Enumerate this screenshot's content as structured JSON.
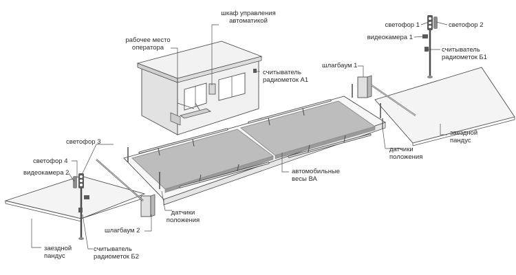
{
  "colors": {
    "line": "#4a4a4a",
    "ramp": "#f4f4f4",
    "platform": "#bdbdbd",
    "platform_edge": "#8f8f8f",
    "cabin": "#ececec",
    "dark": "#5a5a5a"
  },
  "labels": {
    "control_cabinet": "шкаф управления\nавтоматикой",
    "operator_workplace": "рабочее место\nоператора",
    "reader_a1": "считыватель\nрадиометок А1",
    "barrier_1": "шлагбаум 1",
    "traffic_light_1": "светофор 1",
    "traffic_light_2": "светофор 2",
    "camera_1": "видеокамера 1",
    "reader_b1": "считыватель\nрадиометок Б1",
    "ramp_right": "заездной\nпандус",
    "position_sensors_right": "датчики\nположения",
    "traffic_light_3": "светофор 3",
    "traffic_light_4": "светофор 4",
    "camera_2": "видеокамера 2",
    "truck_scales": "автомобильные\nвесы ВА",
    "position_sensors_left": "датчики\nположения",
    "barrier_2": "шлагбаум 2",
    "ramp_left": "заездной\nпандус",
    "reader_b2": "считыватель\nрадиометок Б2"
  }
}
